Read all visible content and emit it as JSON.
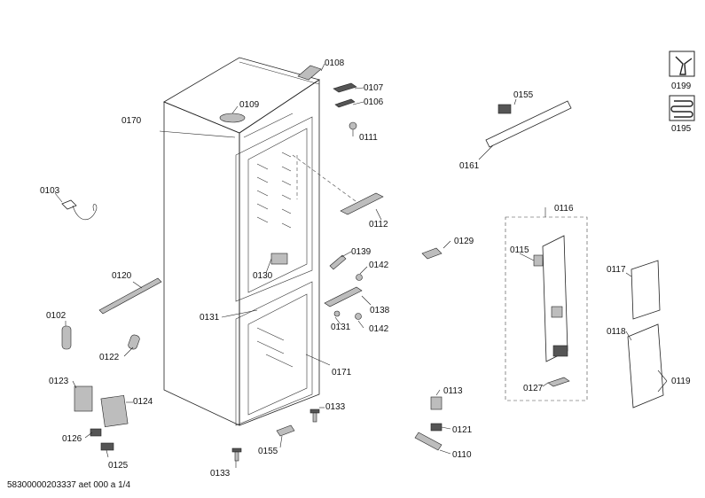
{
  "labels": {
    "p0108": "0108",
    "p0107": "0107",
    "p0106": "0106",
    "p0109": "0109",
    "p0111": "0111",
    "p0170": "0170",
    "p0103": "0103",
    "p0112": "0112",
    "p0139": "0139",
    "p0142a": "0142",
    "p0130": "0130",
    "p0120": "0120",
    "p0138": "0138",
    "p0131a": "0131",
    "p0131b": "0131",
    "p0142b": "0142",
    "p0102": "0102",
    "p0171": "0171",
    "p0122": "0122",
    "p0123": "0123",
    "p0124": "0124",
    "p0133a": "0133",
    "p0126": "0126",
    "p0155a": "0155",
    "p0125": "0125",
    "p0133b": "0133",
    "p0155b": "0155",
    "p0161": "0161",
    "p0116": "0116",
    "p0129": "0129",
    "p0115": "0115",
    "p0117": "0117",
    "p0118": "0118",
    "p0119": "0119",
    "p0127": "0127",
    "p0113": "0113",
    "p0121": "0121",
    "p0110": "0110",
    "p0199": "0199",
    "p0195": "0195"
  },
  "footer": "58300000203337 aet 000 a 1/4",
  "icons": [
    "wrench-icon",
    "coil-icon"
  ]
}
